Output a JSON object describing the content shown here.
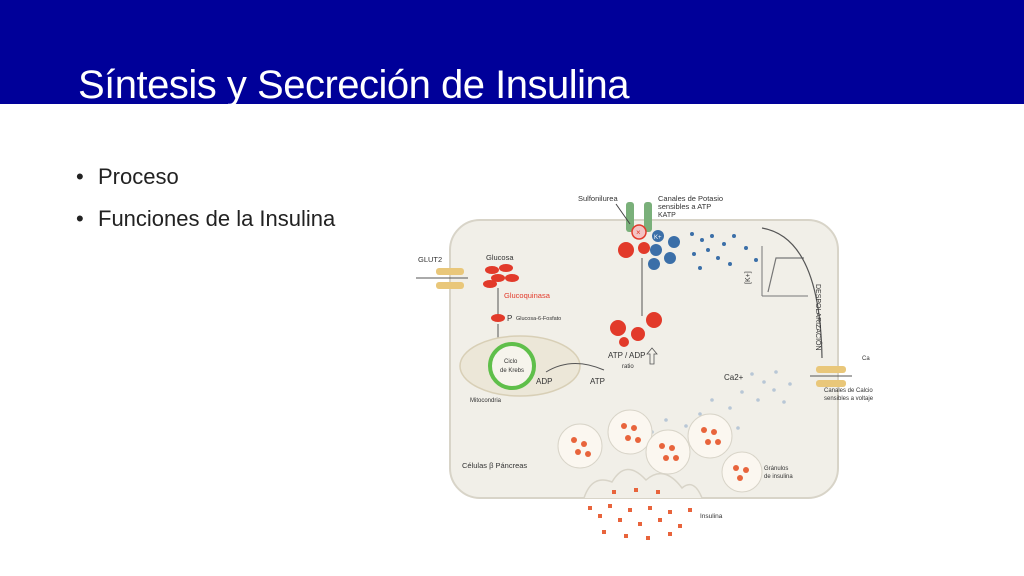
{
  "slide": {
    "title": "Síntesis y Secreción de Insulina",
    "bullets": [
      {
        "text": "Proceso"
      },
      {
        "text": "Funciones de la Insulina"
      }
    ]
  },
  "figure": {
    "labels": {
      "sulfonilurea": "Sulfonilurea",
      "canales_potasio_1": "Canales de Potasio",
      "canales_potasio_2": "sensibles a ATP",
      "katp": "KATP",
      "glut2": "GLUT2",
      "glucosa": "Glucosa",
      "glucoquinasa": "Glucoquinasa",
      "p": "P",
      "glucosa6fosfato": "Glucosa-6-Fosfato",
      "ciclo_1": "Ciclo",
      "ciclo_2": "de Krebs",
      "atp_adp": "ATP / ADP",
      "ratio": "ratio",
      "adp": "ADP",
      "atp": "ATP",
      "mitocondria": "Mitocondria",
      "ca2": "Ca2+",
      "k_axis": "[K+]",
      "despolarizacion": "DESPOLARIZACIÓN",
      "ca_small": "Ca",
      "canales_calcio_1": "Canales de Calcio",
      "canales_calcio_2": "sensibles a voltaje",
      "celulas": "Células β Páncreas",
      "granulos_1": "Gránulos",
      "granulos_2": "de insulina",
      "insulina": "Insulina",
      "k_ion": "K+"
    },
    "colors": {
      "cell_fill": "#f1efe8",
      "cell_border": "#d8d4c8",
      "red": "#e23a2a",
      "granule": "#e8643c",
      "potassium": "#3b6fa8",
      "mitochondria_ring": "#5fbf4a",
      "channel": "#e9c77a"
    }
  }
}
